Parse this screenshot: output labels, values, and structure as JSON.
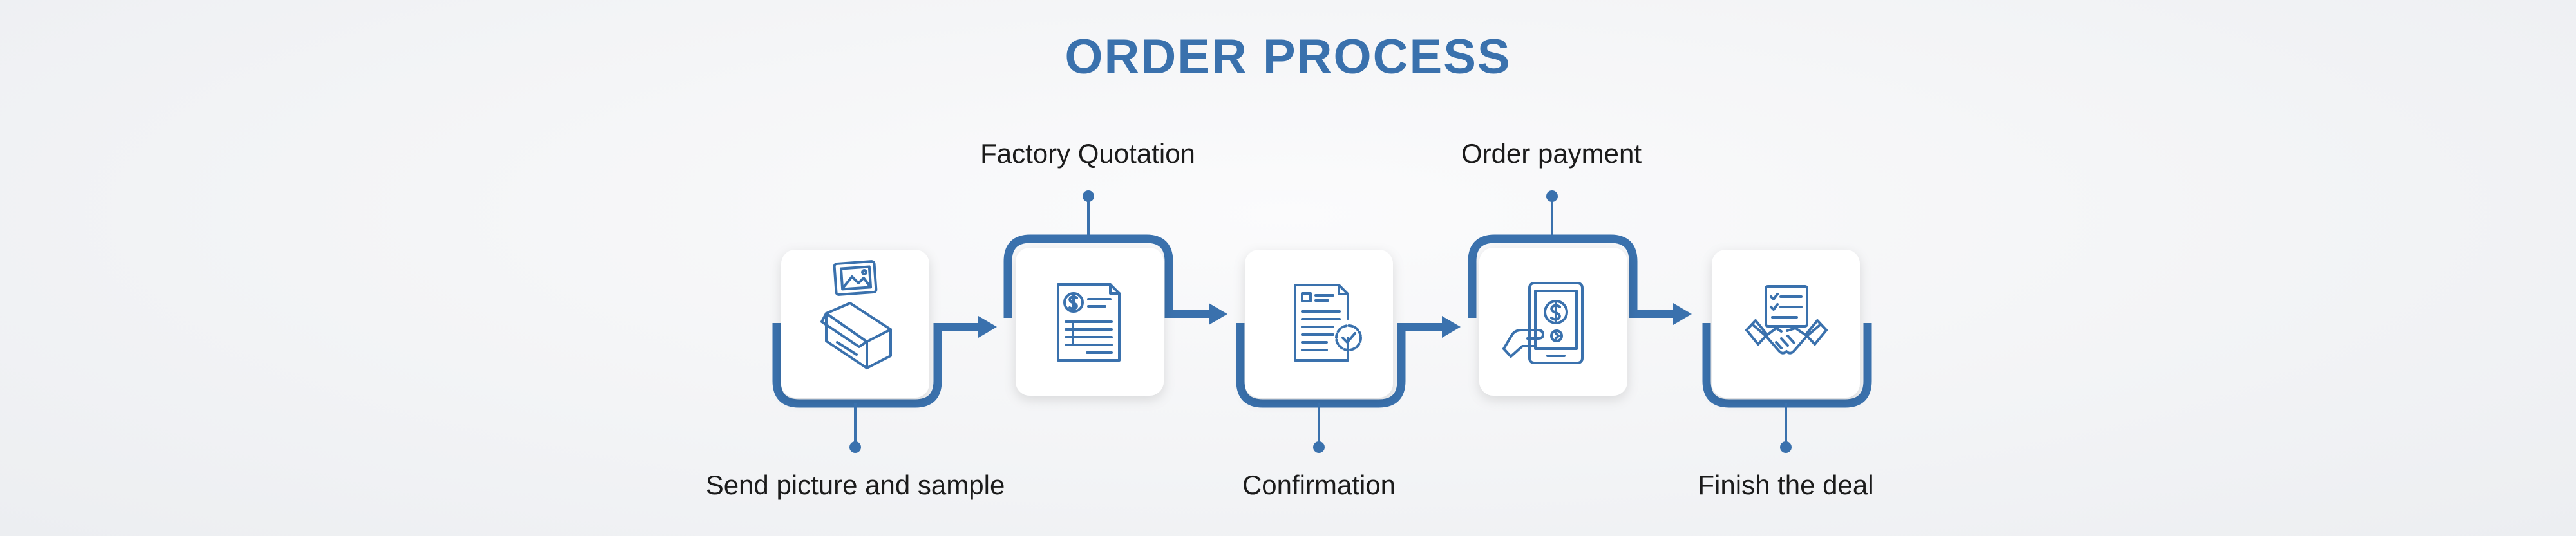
{
  "title": "ORDER PROCESS",
  "accent_color": "#3a71ad",
  "steps": [
    {
      "label": "Send picture and sample",
      "icon": "scanner-photo-icon"
    },
    {
      "label": "Factory Quotation",
      "icon": "dollar-invoice-icon"
    },
    {
      "label": "Confirmation",
      "icon": "approved-document-icon"
    },
    {
      "label": "Order payment",
      "icon": "mobile-payment-icon"
    },
    {
      "label": "Finish the deal",
      "icon": "handshake-contract-icon"
    }
  ]
}
